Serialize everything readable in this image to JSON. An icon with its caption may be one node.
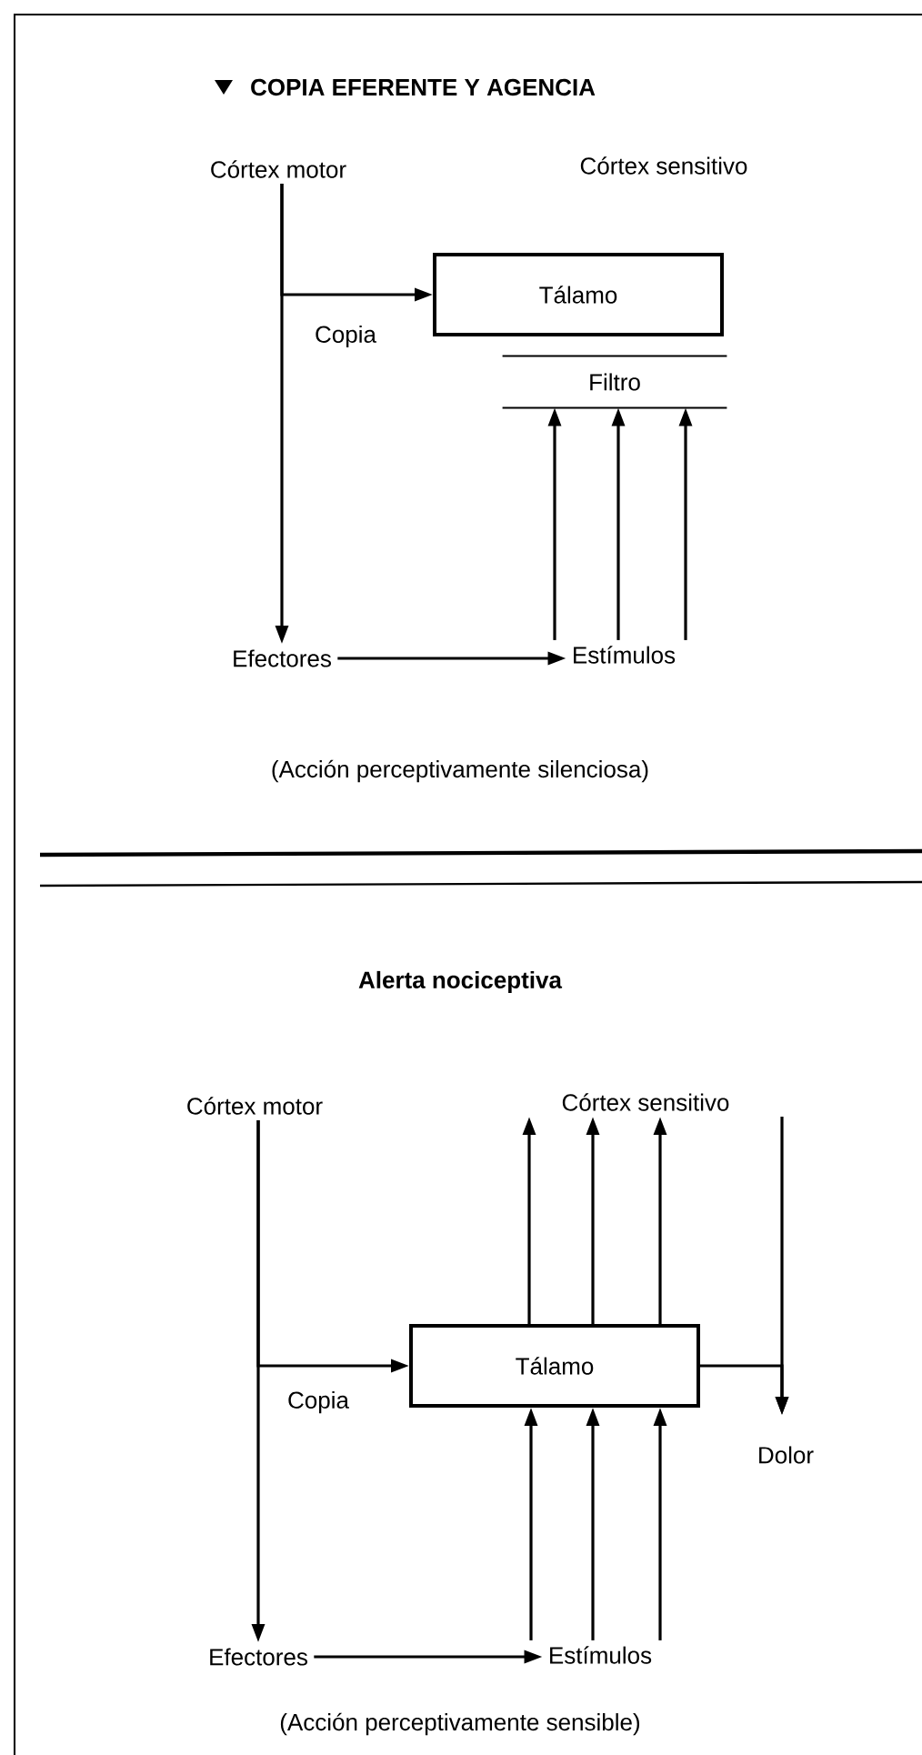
{
  "diagram": {
    "title": "COPIA EFERENTE Y AGENCIA",
    "nodes": [
      {
        "text": [
          "Córtex motor"
        ]
      },
      {
        "text": [
          "Córtex sensitivo"
        ]
      },
      {
        "text": [
          "Tálamo"
        ]
      },
      {
        "text": [
          "Filtro"
        ]
      },
      {
        "text": [
          "Efectores"
        ]
      },
      {
        "text": [
          "Estímulos"
        ]
      },
      {
        "text": [
          "Córtex motor"
        ]
      },
      {
        "text": [
          "Córtex sensitivo"
        ]
      },
      {
        "text": [
          "Tálamo"
        ]
      },
      {
        "text": [
          "Dolor"
        ]
      },
      {
        "text": [
          "Efectores"
        ]
      },
      {
        "text": [
          "Estímulos"
        ]
      }
    ],
    "edges": [
      {
        "from": 0,
        "to": 4,
        "arrow": "to"
      },
      {
        "from": 0,
        "to": 2,
        "arrow": "to",
        "label": "Copia"
      },
      {
        "from": 5,
        "to": 3,
        "arrow": "to"
      },
      {
        "from": 5,
        "to": 3,
        "arrow": "to"
      },
      {
        "from": 5,
        "to": 3,
        "arrow": "to"
      },
      {
        "from": 4,
        "to": 5,
        "arrow": "to"
      },
      {
        "from": 6,
        "to": 10,
        "arrow": "to"
      },
      {
        "from": 6,
        "to": 8,
        "arrow": "to",
        "label": "Copia"
      },
      {
        "from": 8,
        "to": 7,
        "arrow": "to"
      },
      {
        "from": 8,
        "to": 7,
        "arrow": "to"
      },
      {
        "from": 8,
        "to": 7,
        "arrow": "to"
      },
      {
        "from": 7,
        "to": 9,
        "arrow": "to"
      },
      {
        "from": 8,
        "to": 9,
        "arrow": "to"
      },
      {
        "from": 11,
        "to": 8,
        "arrow": "to"
      },
      {
        "from": 11,
        "to": 8,
        "arrow": "to"
      },
      {
        "from": 11,
        "to": 8,
        "arrow": "to"
      },
      {
        "from": 10,
        "to": 11,
        "arrow": "to"
      }
    ],
    "labels": [
      "(Acción perceptivamente silenciosa)",
      "Alerta nociceptiva",
      "(Acción perceptivamente sensible)"
    ]
  }
}
